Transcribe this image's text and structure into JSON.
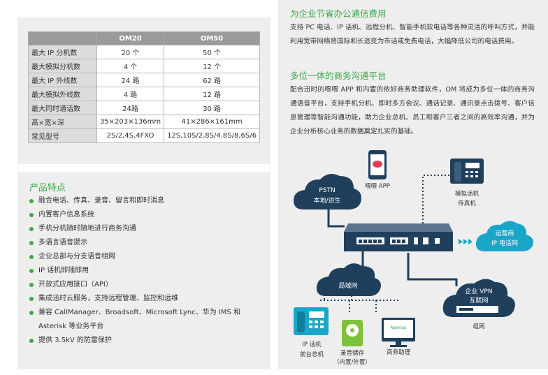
{
  "spec_table": {
    "headers": [
      "",
      "OM20",
      "OM50"
    ],
    "rows": [
      [
        "最大 IP 分机数",
        "20 个",
        "50 个"
      ],
      [
        "最大模拟分机数",
        "4 个",
        "12 个"
      ],
      [
        "最大 IP 外线数",
        "24 路",
        "62 路"
      ],
      [
        "最大模拟外线数",
        "4 路",
        "12 路"
      ],
      [
        "最大同时通话数",
        "24路",
        "30 路"
      ],
      [
        "高×宽×深",
        "35×203×136mm",
        "41×286×161mm"
      ],
      [
        "常见型号",
        "2S/2,4S,4FXO",
        "12S,10S/2,8S/4,8S/8,6S/6"
      ]
    ]
  },
  "features": {
    "title": "产品特点",
    "items": [
      "融合电话、传真、录音、留言和即时消息",
      "内置客户信息系统",
      "手机分机随时随地进行商务沟通",
      "多语言语音提示",
      "企业总部与分支语音组网",
      "IP 话机即插即用",
      "开放式应用接口（API）",
      "集成迅时云服务，支持远程管理、监控和运维",
      "兼容 CallManager、Broadsoft、Microsoft Lync、华为 IMS 和 Asterisk 等业务平台",
      "提供 3.5kV 的防雷保护"
    ]
  },
  "section1": {
    "title": "为企业节省办公通信费用",
    "text": "支持 PC 电话、IP 话机、远程分机、智能手机软电话等各种灵活的呼叫方式，并能利用宽带网络将国际和长途变为市话或免费电话，大幅降低公司的电话费用。"
  },
  "section2": {
    "title": "多位一体的商务沟通平台",
    "text": "配合迅时的喂喂 APP 和内置的依好商务助理软件，OM 将成为多位一体的商务沟通语音平台，支持手机分机、即时多方会议、通话记录、通讯录点击拨号、客户信息管理等智能沟通功能，助力企业总机、员工和客户三者之间的高效率沟通，并为企业分析核心业务的数据奠定扎实的基础。"
  },
  "diagram": {
    "pstn": [
      "PSTN",
      "本地/进生"
    ],
    "weiwei_app": "喂喂 APP",
    "analog_phone": [
      "模拟话机",
      "传真机"
    ],
    "carrier": [
      "运营商",
      "IP 电话网"
    ],
    "lan": "局域网",
    "vpn": [
      "企业 VPN",
      "互联网"
    ],
    "group_net": "组网",
    "ip_phone": [
      "IP 话机",
      "前台总机"
    ],
    "recording": [
      "录音储存",
      "（内置/外置）"
    ],
    "assistant": "商务助理",
    "assistant_brand": "Nexhau",
    "colors": {
      "cloud": "#1f3f5c",
      "accent": "#1aa6c8",
      "green": "#3aa84a"
    }
  }
}
